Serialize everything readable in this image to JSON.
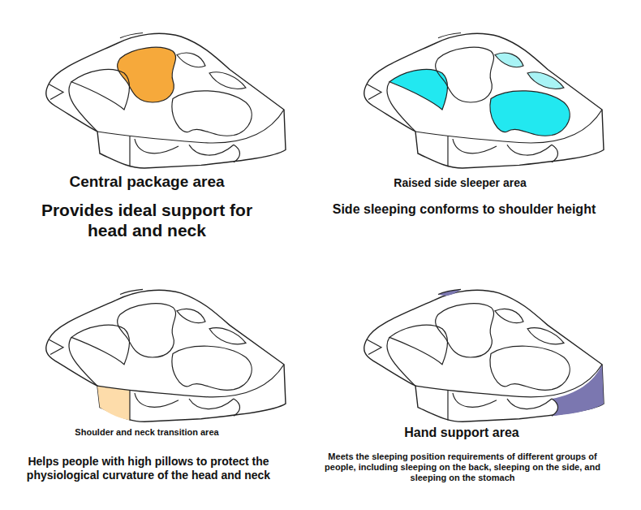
{
  "diagram": {
    "labels": [
      "Central package area",
      "Provides ideal support for head and neck",
      "Raised side sleeper area",
      "Side sleeping conforms to shoulder height",
      "Shoulder and neck transition area",
      "Helps people with high pillows to protect the physiological curvature of the head and neck",
      "Hand support area",
      "Meets the sleeping position requirements of different groups of people, including sleeping on the back, sleeping on the side, and sleeping on the stomach"
    ]
  }
}
